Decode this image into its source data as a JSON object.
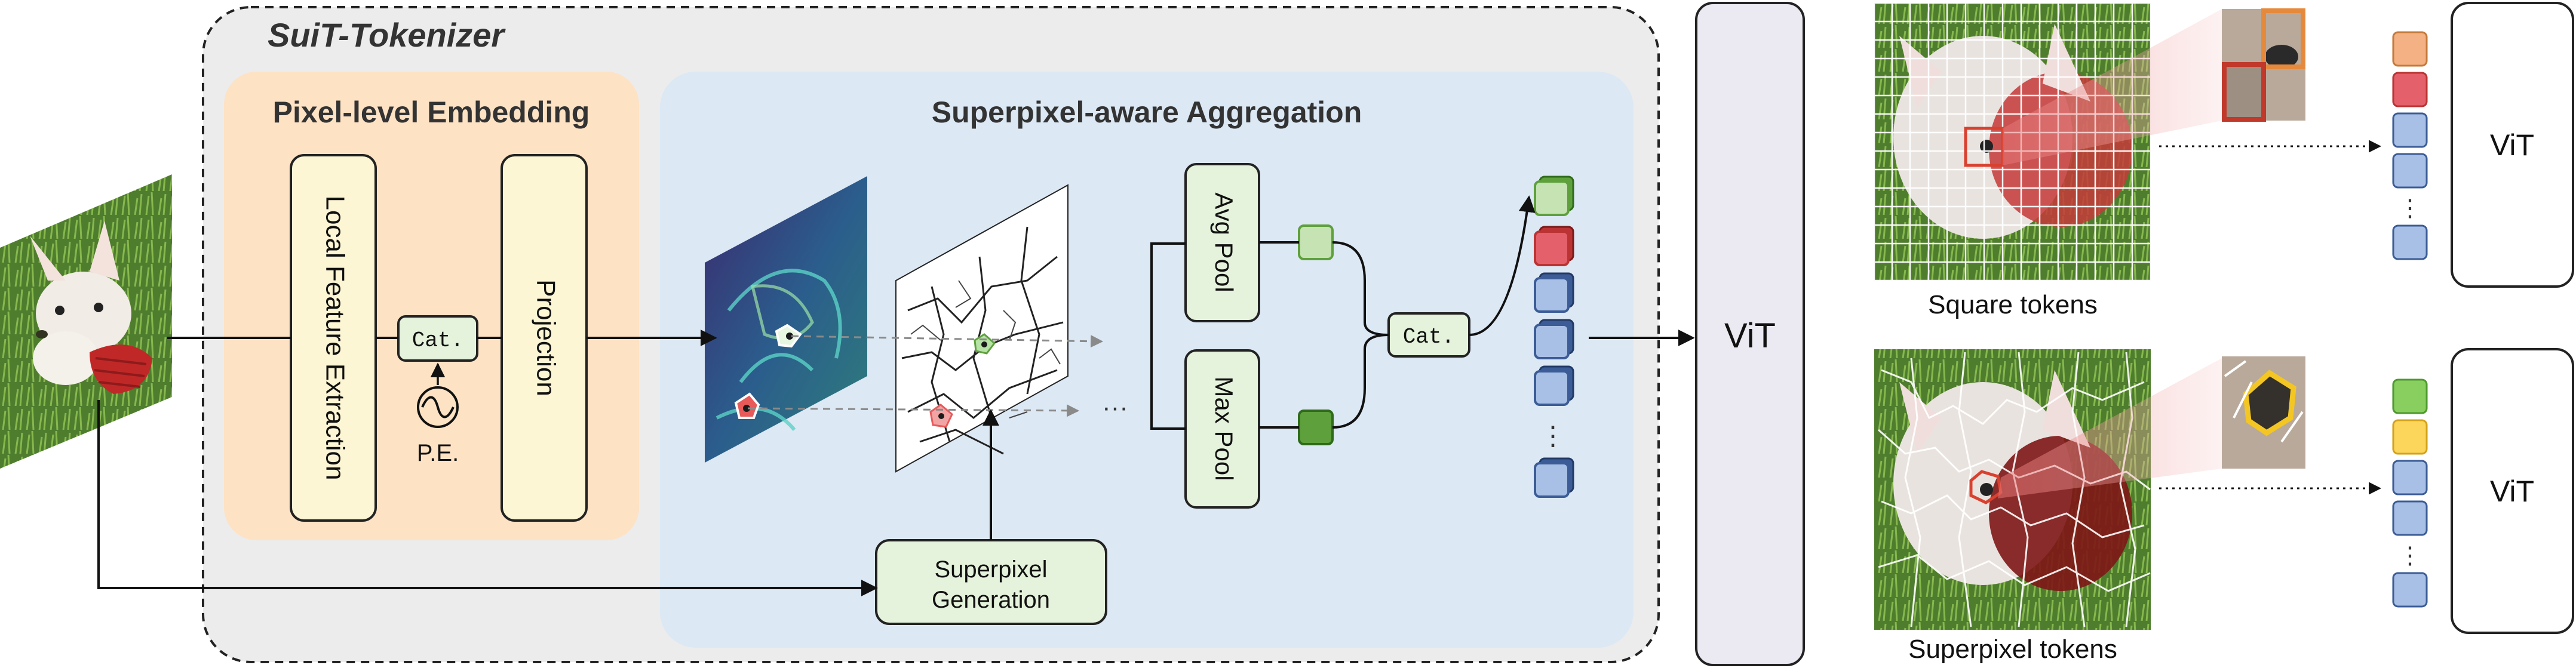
{
  "colors": {
    "tokenizer_bg": "#ececec",
    "embedding_bg": "#fde2c4",
    "aggregation_bg": "#dce8f4",
    "pale_yellow": "#fdf6d5",
    "pale_green": "#e6f3dc",
    "vit_fill": "#ebe9f1",
    "light_green_token": "#c6e3b4",
    "dark_green_token": "#5ea03c",
    "red_token": "#e4606a",
    "blue_token": "#a9c0e6",
    "orange_token": "#f4b183",
    "yellow_token": "#fcd65a",
    "highlight_red": "#c0392b"
  },
  "diagram": {
    "tokenizer_title": "SuiT-Tokenizer",
    "embedding_title": "Pixel-level Embedding",
    "aggregation_title": "Superpixel-aware Aggregation",
    "local_feature_label": "Local Feature Extraction",
    "cat_label_1": "Cat.",
    "pe_label": "P.E.",
    "projection_label": "Projection",
    "avg_pool_label": "Avg Pool",
    "max_pool_label": "Max Pool",
    "cat_label_2": "Cat.",
    "superpixel_gen_line1": "Superpixel",
    "superpixel_gen_line2": "Generation",
    "ellipsis_arrows": "···",
    "token_stack_ellipsis": "⋮",
    "vit_main": "ViT",
    "vit_top": "ViT",
    "vit_bottom": "ViT",
    "square_caption": "Square tokens",
    "superpixel_caption": "Superpixel tokens",
    "list_ellipsis_top": "⋮",
    "list_ellipsis_bottom": "⋮"
  }
}
